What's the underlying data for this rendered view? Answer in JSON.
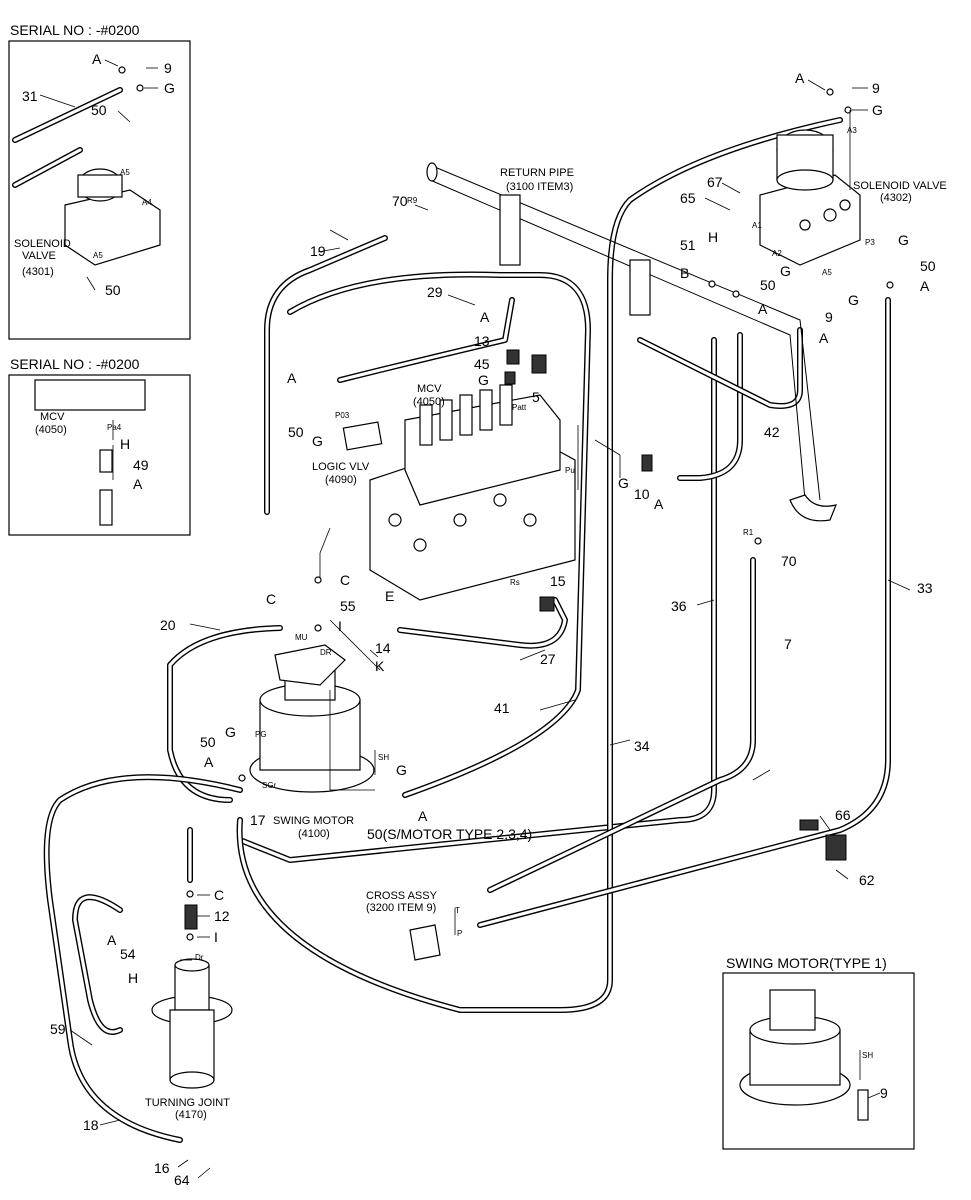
{
  "insets": {
    "top_left": {
      "title": "SERIAL NO : -#0200",
      "solenoid_label": "SOLENOID\nVALVE",
      "solenoid_code": "(4301)"
    },
    "mid_left": {
      "title": "SERIAL NO : -#0200",
      "mcv_label": "MCV",
      "mcv_code": "(4050)"
    },
    "bottom_right": {
      "title": "SWING MOTOR(TYPE 1)"
    }
  },
  "components": {
    "return_pipe": "RETURN PIPE",
    "return_pipe_ref": "(3100 ITEM3)",
    "solenoid_valve": "SOLENOID VALVE",
    "solenoid_valve_code": "(4302)",
    "mcv": "MCV",
    "mcv_code": "(4050)",
    "logic_valve": "LOGIC VLV",
    "logic_valve_code": "(4090)",
    "swing_motor": "SWING MOTOR",
    "swing_motor_code": "(4100)",
    "swing_motor_note": "50(S/MOTOR TYPE 2,3,4)",
    "cross_assy": "CROSS ASSY",
    "cross_assy_ref": "(3200 ITEM 9)",
    "turning_joint": "TURNING JOINT",
    "turning_joint_code": "(4170)"
  },
  "port_labels": [
    "A5",
    "A4",
    "A3",
    "A2",
    "A1",
    "P3",
    "Pa4",
    "P03",
    "Patt",
    "Pu",
    "Rs",
    "R9",
    "R1",
    "MU",
    "DR",
    "PG",
    "SGr",
    "SH",
    "Dr",
    "T",
    "P"
  ],
  "callouts": {
    "tl_a": "A",
    "tl_9": "9",
    "tl_g": "G",
    "tl_31": "31",
    "tl_50": "50",
    "tl_50b": "50",
    "ml_h": "H",
    "ml_49": "49",
    "ml_a": "A",
    "r_a": "A",
    "r_9": "9",
    "r_g": "G",
    "r_67": "67",
    "r_65": "65",
    "r_h": "H",
    "r_51": "51",
    "r_g2": "G",
    "r_50": "50",
    "r_b": "B",
    "r_g3": "G",
    "r_50b": "50",
    "r_a2": "A",
    "r_9b": "9",
    "r_g4": "G",
    "r_a3": "A",
    "r_a4": "A",
    "r_42": "42",
    "r_70": "70",
    "r_33": "33",
    "r_36": "36",
    "r_7": "7",
    "r_34": "34",
    "r_66": "66",
    "r_62": "62",
    "c_70": "70",
    "c_19": "19",
    "c_29": "29",
    "c_a": "A",
    "c_13": "13",
    "c_45": "45",
    "c_5": "5",
    "c_g": "G",
    "c_a2": "A",
    "c_50": "50",
    "c_g2": "G",
    "c_g3": "G",
    "c_10": "10",
    "c_a3": "A",
    "c_c": "C",
    "c_c2": "C",
    "c_55": "55",
    "c_i": "I",
    "c_20": "20",
    "c_e": "E",
    "c_15": "15",
    "c_14": "14",
    "c_k": "K",
    "c_27": "27",
    "c_41": "41",
    "c_g4": "G",
    "c_50b": "50",
    "c_a4": "A",
    "c_17": "17",
    "c_g5": "G",
    "c_a5": "A",
    "b_c": "C",
    "b_12": "12",
    "b_i": "I",
    "b_a": "A",
    "b_54": "54",
    "b_h": "H",
    "b_59": "59",
    "b_18": "18",
    "b_16": "16",
    "b_64": "64",
    "br_9": "9"
  }
}
